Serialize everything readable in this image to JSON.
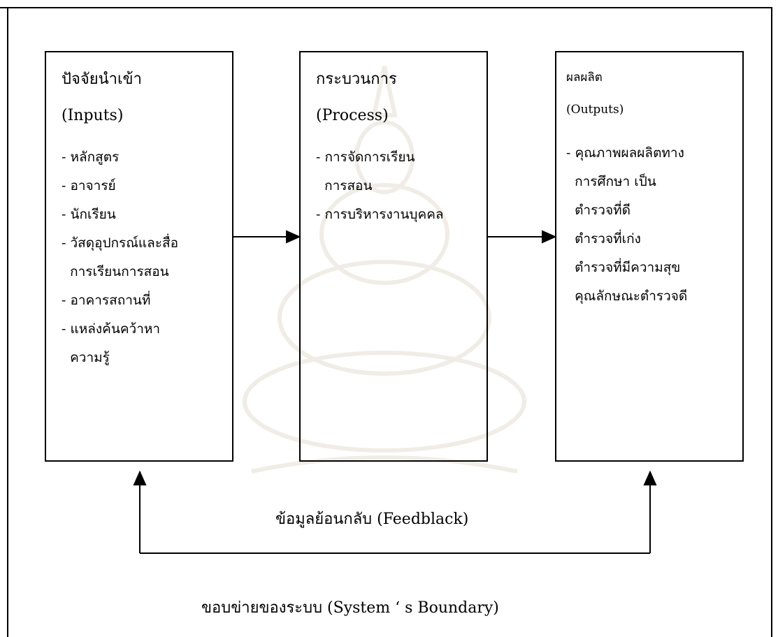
{
  "inputs": {
    "title": "ปัจจัยนำเข้า",
    "subtitle": "(Inputs)",
    "items": [
      "- หลักสูตร",
      "- อาจารย์",
      "- นักเรียน",
      "- วัสดุอุปกรณ์และสื่อ",
      "  การเรียนการสอน",
      "- อาคารสถานที่",
      "- แหล่งค้นคว้าหา",
      "  ความรู้"
    ]
  },
  "process": {
    "title": "กระบวนการ",
    "subtitle": "(Process)",
    "items": [
      "- การจัดการเรียน",
      "  การสอน",
      "- การบริหารงานบุคคล"
    ]
  },
  "outputs": {
    "title": "ผลผลิต",
    "subtitle": "(Outputs)",
    "items": [
      "- คุณภาพผลผลิตทาง",
      "  การศึกษา เป็น",
      "  ตำรวจที่ดี",
      "  ตำรวจที่เก่ง",
      "  ตำรวจที่มีความสุข",
      "  คุณลักษณะตำรวจดี"
    ]
  },
  "feedback_label": "ข้อมูลย้อนกลับ (Feedblack)",
  "boundary_label": "ขอบข่ายของระบบ (System ‘ s Boundary)"
}
